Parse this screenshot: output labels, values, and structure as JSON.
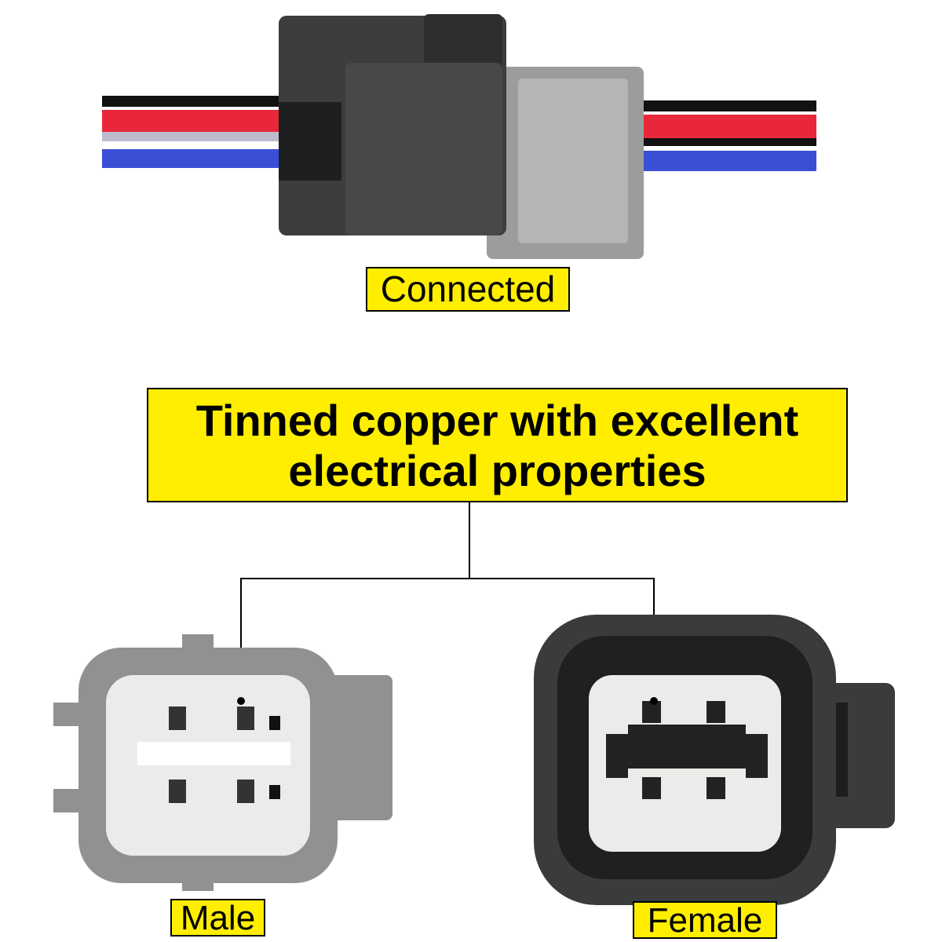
{
  "labels": {
    "connected": "Connected",
    "headline_line1": "Tinned copper with excellent",
    "headline_line2": "electrical properties",
    "male": "Male",
    "female": "Female"
  },
  "colors": {
    "label_bg": "#ffee00",
    "wire_red": "#e8283a",
    "wire_blue": "#3a4fd6",
    "wire_black": "#111111",
    "male_housing": "#8f9290",
    "female_housing": "#3a3b3d",
    "insert": "#ecebe9"
  }
}
